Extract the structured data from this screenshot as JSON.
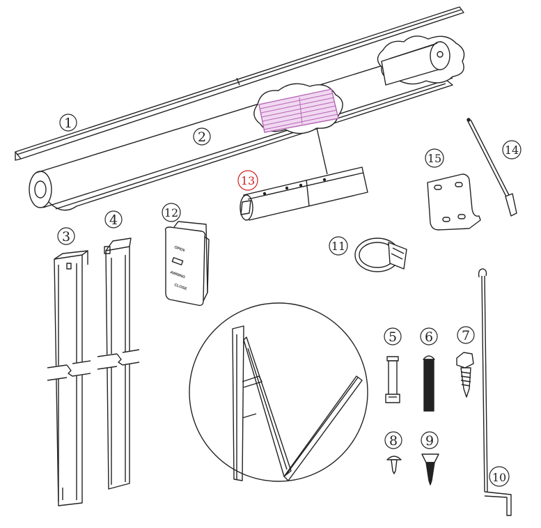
{
  "callouts": [
    {
      "id": "1",
      "label": "1"
    },
    {
      "id": "2",
      "label": "2"
    },
    {
      "id": "3",
      "label": "3"
    },
    {
      "id": "4",
      "label": "4"
    },
    {
      "id": "5",
      "label": "5"
    },
    {
      "id": "6",
      "label": "6"
    },
    {
      "id": "7",
      "label": "7"
    },
    {
      "id": "8",
      "label": "8"
    },
    {
      "id": "9",
      "label": "9"
    },
    {
      "id": "10",
      "label": "10"
    },
    {
      "id": "11",
      "label": "11"
    },
    {
      "id": "12",
      "label": "12"
    },
    {
      "id": "13",
      "label": "13"
    },
    {
      "id": "14",
      "label": "14"
    },
    {
      "id": "15",
      "label": "15"
    }
  ],
  "part12_labels": {
    "open": "OPEN",
    "awning": "AWNING",
    "close": "CLOSE"
  },
  "colors": {
    "line": "#222222",
    "highlight_tube": "#b565b5",
    "highlight_callout": "#cc2222"
  }
}
